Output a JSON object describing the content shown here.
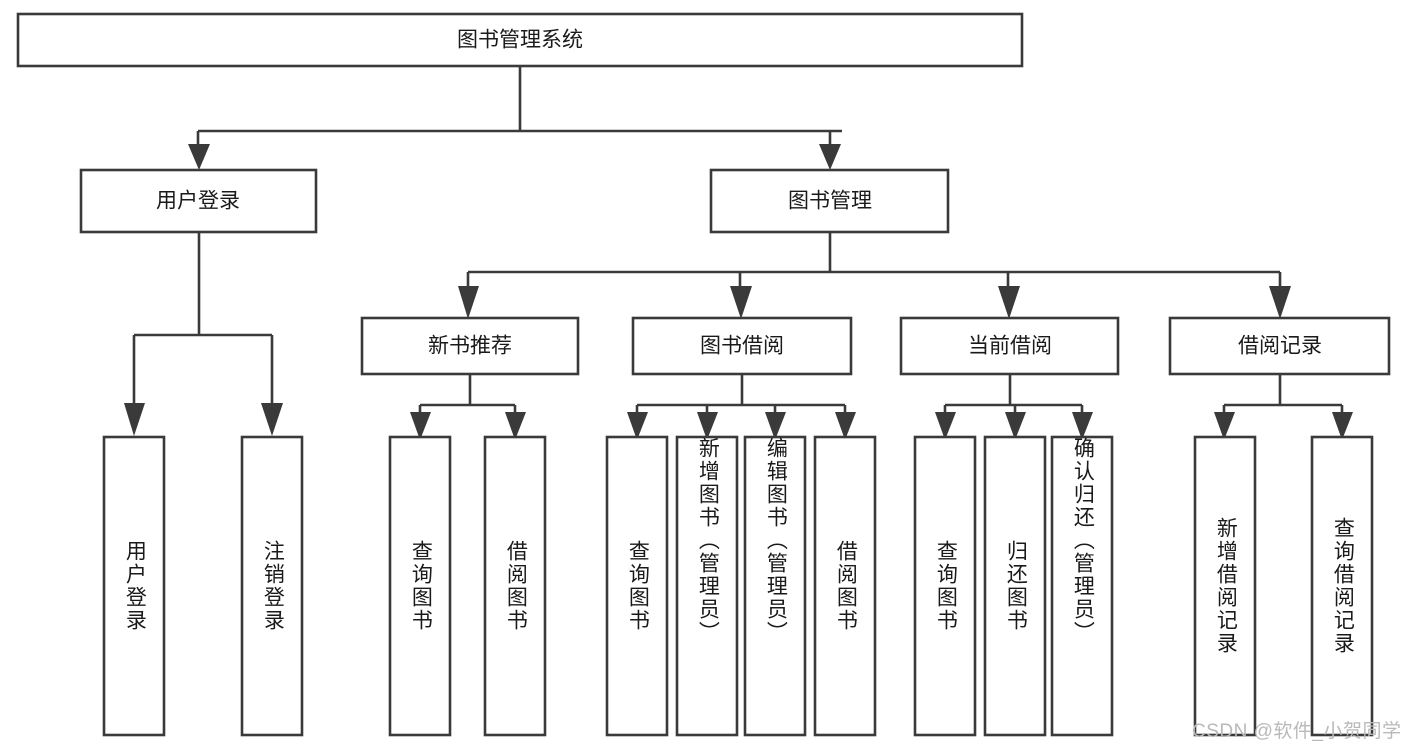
{
  "diagram": {
    "title": "图书管理系统",
    "type": "tree-hierarchy-chart",
    "background_color": "#ffffff",
    "line_color": "#3a3a3a",
    "text_color": "#1a1a1a",
    "levels": {
      "root": {
        "label": "图书管理系统"
      },
      "level2": [
        {
          "label": "用户登录"
        },
        {
          "label": "图书管理"
        }
      ],
      "level3": [
        {
          "label": "新书推荐"
        },
        {
          "label": "图书借阅"
        },
        {
          "label": "当前借阅"
        },
        {
          "label": "借阅记录"
        }
      ],
      "leaves": [
        {
          "label": "用户登录",
          "parent": "用户登录"
        },
        {
          "label": "注销登录",
          "parent": "用户登录"
        },
        {
          "label": "查询图书",
          "parent": "新书推荐"
        },
        {
          "label": "借阅图书",
          "parent": "新书推荐"
        },
        {
          "label": "查询图书",
          "parent": "图书借阅"
        },
        {
          "label": "新增图书（管理员）",
          "parent": "图书借阅"
        },
        {
          "label": "编辑图书（管理员）",
          "parent": "图书借阅"
        },
        {
          "label": "借阅图书",
          "parent": "图书借阅"
        },
        {
          "label": "查询图书",
          "parent": "当前借阅"
        },
        {
          "label": "归还图书",
          "parent": "当前借阅"
        },
        {
          "label": "确认归还（管理员）",
          "parent": "当前借阅"
        },
        {
          "label": "新增借阅记录",
          "parent": "借阅记录"
        },
        {
          "label": "查询借阅记录",
          "parent": "借阅记录"
        }
      ]
    }
  },
  "watermark": {
    "text": "CSDN @软件_小贺同学"
  }
}
